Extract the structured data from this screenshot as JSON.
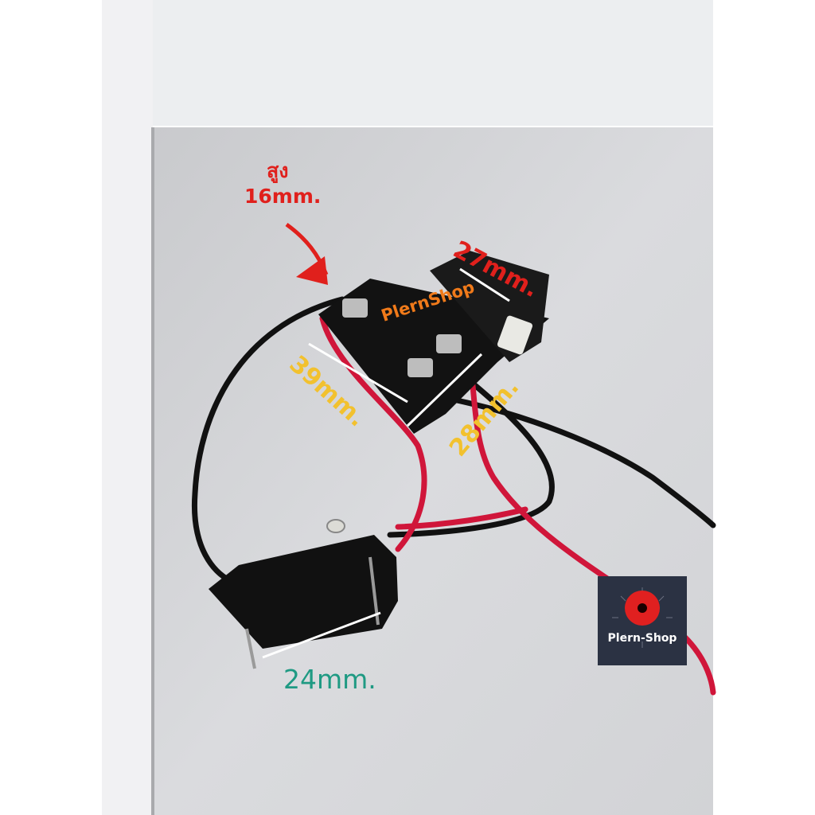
{
  "labels": {
    "height_word": "สูง",
    "height_value": "16mm.",
    "top_width": "27mm.",
    "body_length": "39mm.",
    "body_width": "28mm.",
    "brand_center": "PlernShop",
    "bottom_width": "24mm."
  },
  "badge": {
    "name": "Plern-Shop"
  },
  "colors": {
    "red_label": "#e0201c",
    "yellow_label": "#f2c12e",
    "orange_label": "#f07a1a",
    "green_label": "#1f9a83",
    "badge_bg": "#2b3243"
  }
}
